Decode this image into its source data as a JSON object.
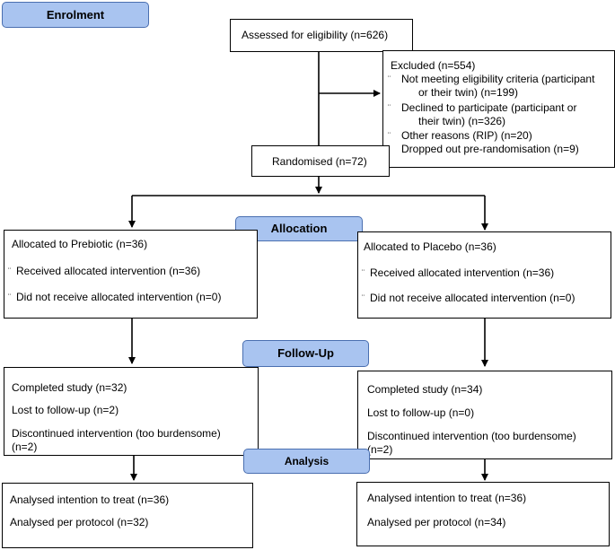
{
  "labels": {
    "enrolment": "Enrolment",
    "allocation": "Allocation",
    "follow_up": "Follow-Up",
    "analysis": "Analysis"
  },
  "boxes": {
    "assessed": "Assessed for eligibility (n=626)",
    "excluded": {
      "title": "Excluded (n=554)",
      "items": [
        "Not meeting eligibility criteria (participant",
        "or their twin) (n=199)",
        "Declined to participate (participant or",
        "their twin)  (n=326)",
        "Other reasons (RIP) (n=20)",
        "Dropped out pre-randomisation (n=9)"
      ]
    },
    "randomised": "Randomised (n=72)",
    "prebiotic_alloc": {
      "title": "Allocated to Prebiotic (n=36)",
      "received": "Received allocated intervention (n=36)",
      "not_received": "Did not receive allocated intervention (n=0)"
    },
    "placebo_alloc": {
      "title": "Allocated to Placebo (n=36)",
      "received": "Received allocated intervention (n=36)",
      "not_received": "Did not receive allocated intervention (n=0)"
    },
    "prebiotic_followup": {
      "completed": "Completed study (n=32)",
      "lost": "Lost to follow-up (n=2)",
      "discontinued_1": "Discontinued intervention (too burdensome)",
      "discontinued_2": "(n=2)"
    },
    "placebo_followup": {
      "completed": "Completed study (n=34)",
      "lost": "Lost to follow-up (n=0)",
      "discontinued_1": "Discontinued intervention (too burdensome)",
      "discontinued_2": "(n=2)"
    },
    "prebiotic_analysis": {
      "itt": "Analysed intention to treat (n=36)",
      "pp": "Analysed per protocol (n=32)"
    },
    "placebo_analysis": {
      "itt": "Analysed intention to treat (n=36)",
      "pp": "Analysed per protocol (n=34)"
    }
  },
  "colors": {
    "label_fill": "#a9c4f0",
    "label_border": "#4a6fb0",
    "line": "#000000"
  }
}
